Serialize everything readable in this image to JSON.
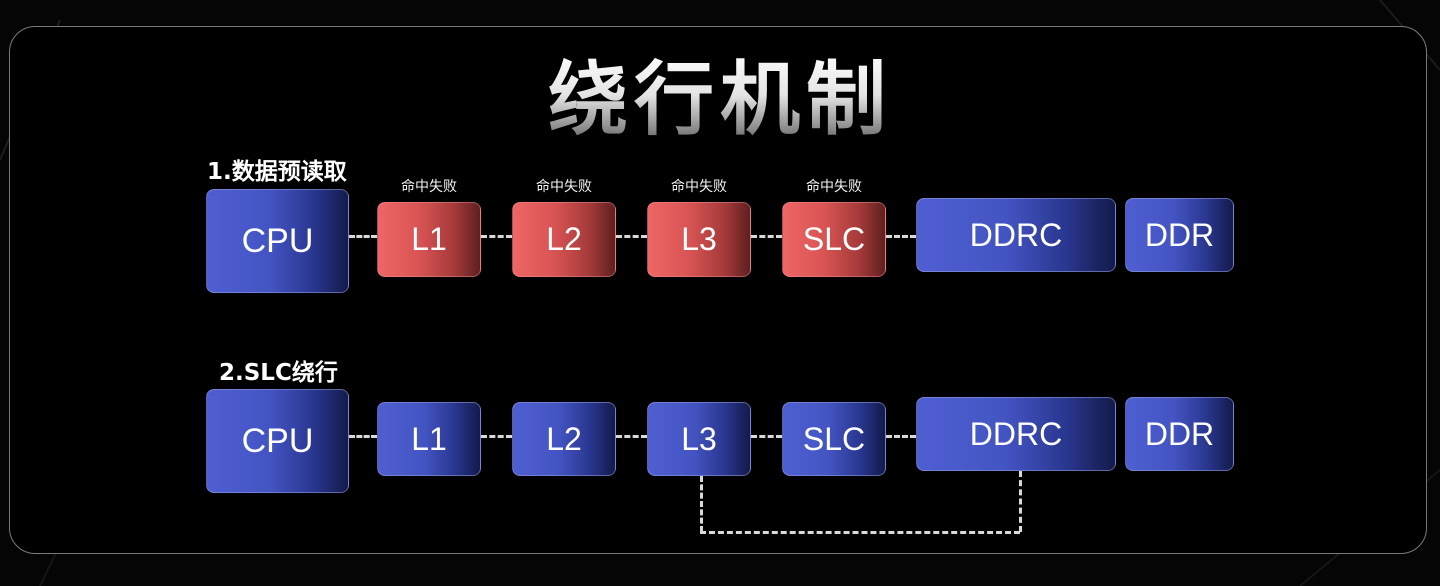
{
  "title": "绕行机制",
  "section1": {
    "label": "1.数据预读取",
    "miss_labels": [
      "命中失败",
      "命中失败",
      "命中失败",
      "命中失败"
    ],
    "nodes": [
      "CPU",
      "L1",
      "L2",
      "L3",
      "SLC",
      "DDRC",
      "DDR"
    ]
  },
  "section2": {
    "label": "2.SLC绕行",
    "nodes": [
      "CPU",
      "L1",
      "L2",
      "L3",
      "SLC",
      "DDRC",
      "DDR"
    ]
  },
  "colors": {
    "blue_box": "#4f5fd2",
    "red_box": "#e05a5a",
    "background": "#000000",
    "dashed_line": "#d9d9d9"
  }
}
